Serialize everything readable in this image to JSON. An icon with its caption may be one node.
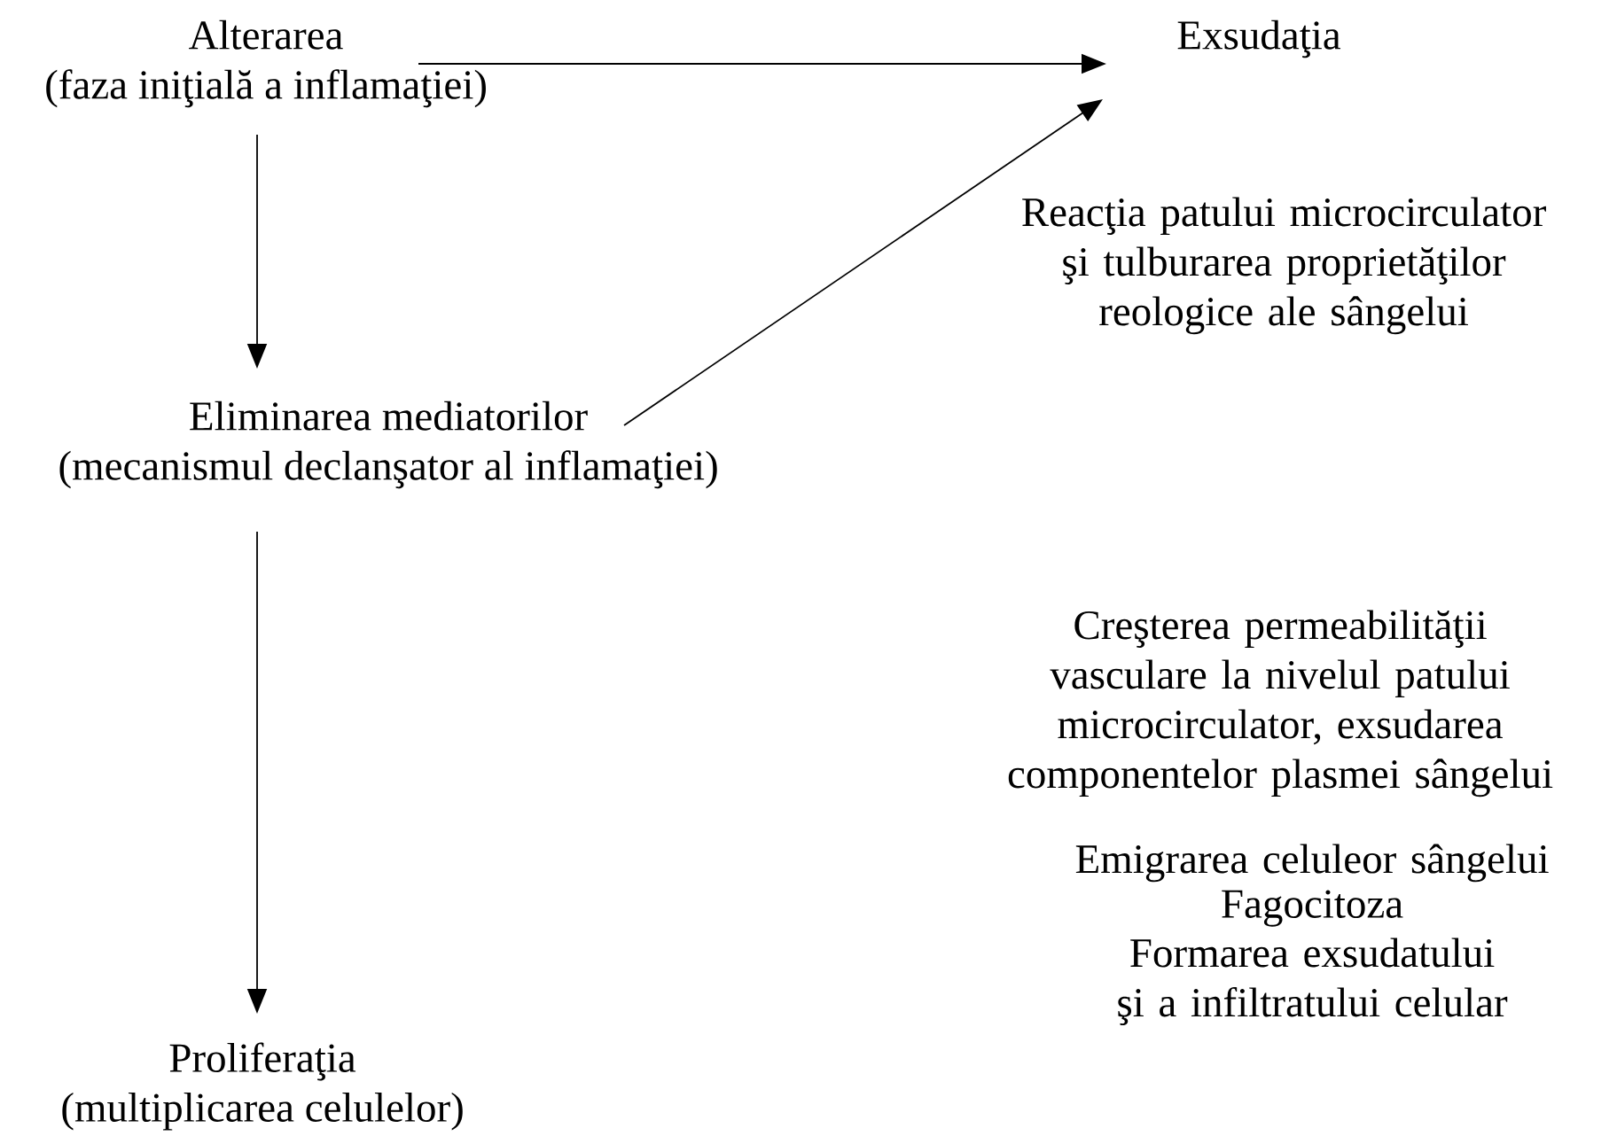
{
  "diagram": {
    "nodes": [
      {
        "text": [
          "Alterarea",
          "(faza iniţială a inflamaţiei)"
        ]
      },
      {
        "text": [
          "Exsudaţia"
        ]
      },
      {
        "text": [
          "Eliminarea mediatorilor",
          "(mecanismul declanşator al  inflamaţiei)"
        ]
      },
      {
        "text": [
          "Proliferaţia",
          "(multiplicarea celulelor)"
        ]
      }
    ],
    "edges": [
      {
        "from": 0,
        "to": 1,
        "arrow": "to"
      },
      {
        "from": 0,
        "to": 2,
        "arrow": "to"
      },
      {
        "from": 2,
        "to": 1,
        "arrow": "to"
      },
      {
        "from": 2,
        "to": 3,
        "arrow": "to"
      }
    ],
    "labels": [
      "Reacţia patului microcirculator şi tulburarea proprietăţilor reologice ale sângelui",
      "Creşterea permeabilităţii vasculare la nivelul patului microcirculator, exsudarea  componentelor plasmei sângelui",
      "Emigrarea celuleor sângelui",
      "Fagocitoza",
      "Formarea exsudatului şi a infiltratului celular"
    ]
  }
}
